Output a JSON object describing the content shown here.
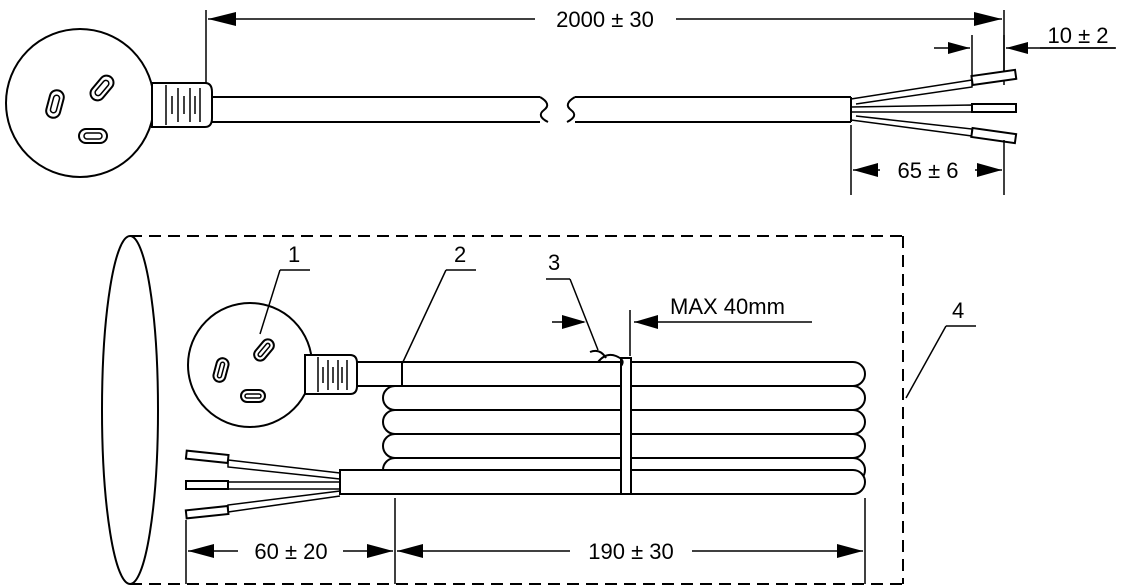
{
  "dimensions": {
    "overall_length": "2000 ± 30",
    "strip_length": "10 ± 2",
    "jacket_strip_length": "65 ± 6",
    "tie_max": "MAX 40mm",
    "tail_length": "60 ± 20",
    "coil_length": "190 ± 30"
  },
  "callouts": {
    "plug": "1",
    "cord": "2",
    "tie": "3",
    "bag": "4"
  }
}
